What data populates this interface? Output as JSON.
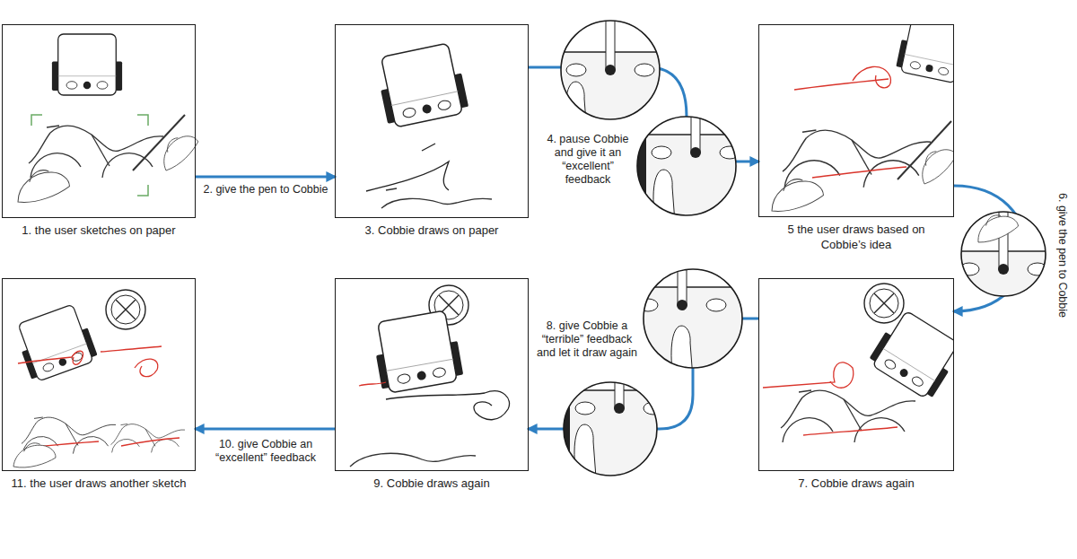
{
  "diagram": {
    "nodes": [
      {
        "text": [
          "1. the user sketches on paper"
        ]
      },
      {
        "text": [
          "3. Cobbie draws on paper"
        ]
      },
      {
        "text": [
          "5 the user draws based on Cobbie’s idea"
        ]
      },
      {
        "text": [
          "7. Cobbie draws again"
        ]
      },
      {
        "text": [
          "9. Cobbie draws again"
        ]
      },
      {
        "text": [
          "11. the user draws another sketch"
        ]
      }
    ],
    "edges": [
      {
        "from": 0,
        "to": 1,
        "arrow": "to",
        "label": "2. give the pen to Cobbie"
      },
      {
        "from": 1,
        "to": 2,
        "arrow": "to",
        "label": "4. pause Cobbie and give it an “excellent” feedback"
      },
      {
        "from": 2,
        "to": 3,
        "arrow": "to",
        "label": "6. give the pen to Cobbie"
      },
      {
        "from": 3,
        "to": 4,
        "arrow": "to",
        "label": "8. give Cobbie a “terrible” feedback and let it draw again"
      },
      {
        "from": 4,
        "to": 5,
        "arrow": "to",
        "label": "10. give Cobbie an “excellent” feedback"
      }
    ]
  }
}
